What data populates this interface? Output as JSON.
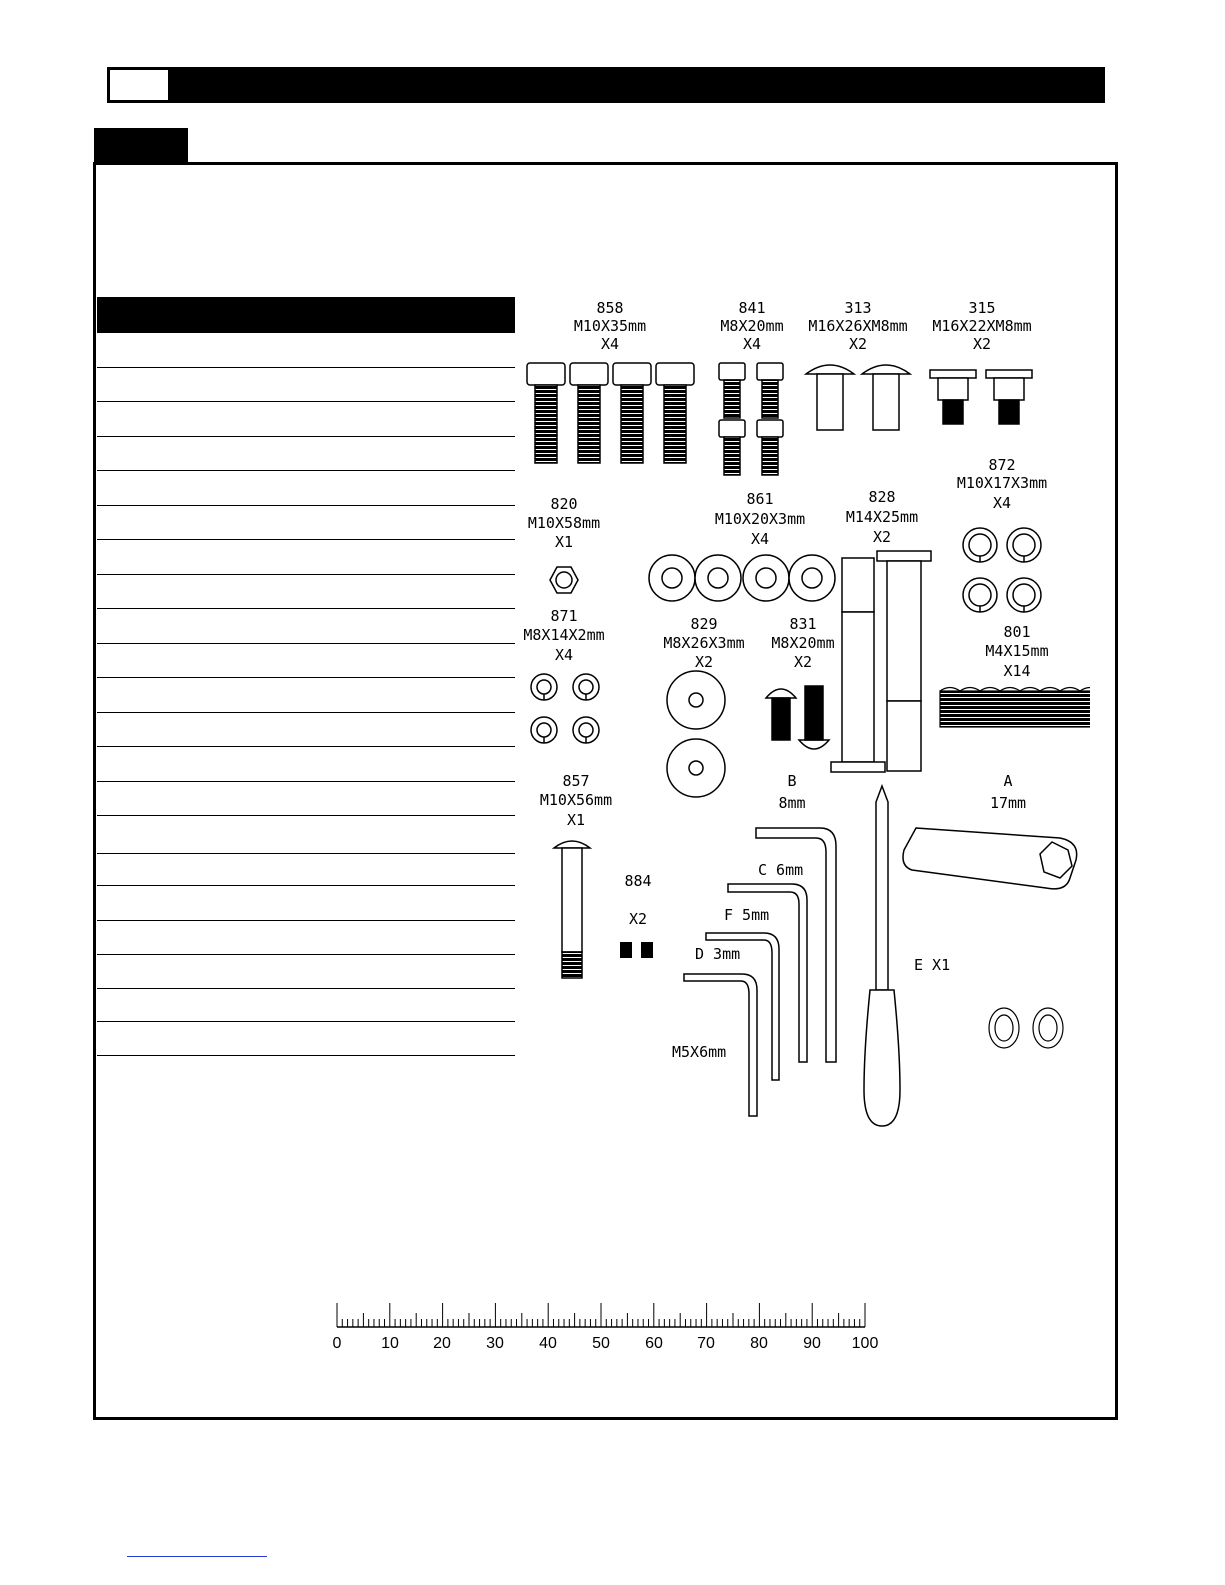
{
  "parts": [
    {
      "id": "part-858",
      "number": "858",
      "size": "M10X35mm",
      "qty": "X4"
    },
    {
      "id": "part-841",
      "number": "841",
      "size": "M8X20mm",
      "qty": "X4"
    },
    {
      "id": "part-313",
      "number": "313",
      "size": "M16X26XM8mm",
      "qty": "X2"
    },
    {
      "id": "part-315",
      "number": "315",
      "size": "M16X22XM8mm",
      "qty": "X2"
    },
    {
      "id": "part-872",
      "number": "872",
      "size": "M10X17X3mm",
      "qty": "X4"
    },
    {
      "id": "part-820",
      "number": "820",
      "size": "M10X58mm",
      "qty": "X1"
    },
    {
      "id": "part-861",
      "number": "861",
      "size": "M10X20X3mm",
      "qty": "X4"
    },
    {
      "id": "part-828",
      "number": "828",
      "size": "M14X25mm",
      "qty": "X2"
    },
    {
      "id": "part-871",
      "number": "871",
      "size": "M8X14X2mm",
      "qty": "X4"
    },
    {
      "id": "part-829",
      "number": "829",
      "size": "M8X26X3mm",
      "qty": "X2"
    },
    {
      "id": "part-831",
      "number": "831",
      "size": "M8X20mm",
      "qty": "X2"
    },
    {
      "id": "part-801",
      "number": "801",
      "size": "M4X15mm",
      "qty": "X14"
    },
    {
      "id": "part-857",
      "number": "857",
      "size": "M10X56mm",
      "qty": "X1"
    },
    {
      "id": "part-884",
      "number": "884",
      "qty": "X2"
    }
  ],
  "tools": {
    "b": {
      "letter": "B",
      "size": "8mm"
    },
    "a": {
      "letter": "A",
      "size": "17mm"
    },
    "c": {
      "label": "C 6mm"
    },
    "f": {
      "label": "F 5mm"
    },
    "d": {
      "label": "D 3mm"
    },
    "e": {
      "label": "E X1"
    },
    "m5": {
      "label": "M5X6mm"
    }
  },
  "ruler": {
    "unit": "mm",
    "labels": [
      "0",
      "10",
      "20",
      "30",
      "40",
      "50",
      "60",
      "70",
      "80",
      "90",
      "100"
    ]
  }
}
